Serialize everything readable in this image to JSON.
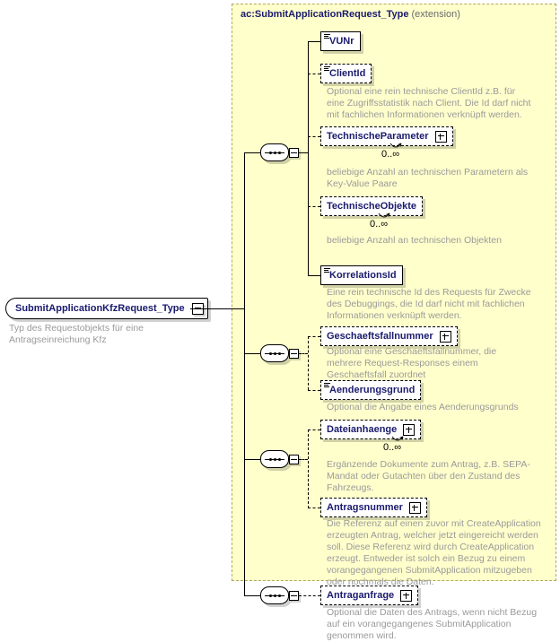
{
  "diagram": {
    "kind": "xsd-schema-diagram",
    "root": {
      "name": "SubmitApplicationKfzRequest_Type",
      "doc": "Typ des Requestobjekts für eine Antragseinreichung Kfz",
      "toggle": "minus-icon"
    },
    "extension": {
      "title": "ac:SubmitApplicationRequest_Type",
      "kind": "(extension)"
    },
    "groups": [
      {
        "compositor": "sequence",
        "elements": [
          {
            "name": "VUNr",
            "optional": false,
            "type_marker": true,
            "expandable": false,
            "cardinality": "",
            "doc": ""
          },
          {
            "name": "ClientId",
            "optional": true,
            "type_marker": true,
            "expandable": false,
            "cardinality": "",
            "doc": "Optional eine rein technische ClientId z.B. für eine Zugriffsstatistik nach Client. Die Id darf nicht mit fachlichen Informationen verknüpft werden."
          },
          {
            "name": "TechnischeParameter",
            "optional": true,
            "type_marker": false,
            "expandable": true,
            "cardinality": "0..∞",
            "doc": "beliebige Anzahl an technischen Parametern als Key-Value Paare"
          },
          {
            "name": "TechnischeObjekte",
            "optional": true,
            "type_marker": false,
            "expandable": false,
            "cardinality": "0..∞",
            "doc": "beliebige Anzahl an technischen Objekten"
          },
          {
            "name": "KorrelationsId",
            "optional": false,
            "type_marker": true,
            "expandable": false,
            "cardinality": "",
            "doc": "Eine rein technische Id des Requests für Zwecke des Debuggings, die Id darf nicht mit fachlichen Informationen verknüpft werden."
          }
        ]
      },
      {
        "compositor": "sequence",
        "elements": [
          {
            "name": "Geschaeftsfallnummer",
            "optional": true,
            "type_marker": false,
            "expandable": true,
            "cardinality": "",
            "doc": "Optional eine Geschaeftsfallnummer, die mehrere Request-Responses einem Geschaeftsfall zuordnet"
          },
          {
            "name": "Aenderungsgrund",
            "optional": true,
            "type_marker": true,
            "expandable": false,
            "cardinality": "",
            "doc": "Optional die Angabe eines Aenderungsgrunds"
          }
        ]
      },
      {
        "compositor": "sequence",
        "elements": [
          {
            "name": "Dateianhaenge",
            "optional": true,
            "type_marker": false,
            "expandable": true,
            "cardinality": "0..∞",
            "doc": "Ergänzende Dokumente zum Antrag, z.B. SEPA-Mandat oder Gutachten über den Zustand des Fahrzeugs."
          },
          {
            "name": "Antragsnummer",
            "optional": true,
            "type_marker": false,
            "expandable": true,
            "cardinality": "",
            "doc": "Die Referenz auf einen zuvor mit CreateApplication erzeugten Antrag, welcher jetzt eingereicht werden soll. Diese Referenz wird durch CreateApplication erzeugt. Entweder ist solch ein Bezug zu einem vorangegangenen SubmitApplication mitzugeben oder nochmals die Daten."
          }
        ]
      },
      {
        "compositor": "sequence",
        "elements": [
          {
            "name": "Antraganfrage",
            "optional": true,
            "type_marker": false,
            "expandable": true,
            "cardinality": "",
            "doc": "Optional die Daten des Antrags, wenn nicht Bezug auf ein vorangegangenes SubmitApplication genommen wird."
          }
        ]
      }
    ],
    "colors": {
      "panel_bg": "#ffffcc",
      "panel_border": "#b0a860",
      "element_label": "#1a1a6e",
      "doc_text": "#9a9a9a",
      "line": "#000000"
    }
  }
}
